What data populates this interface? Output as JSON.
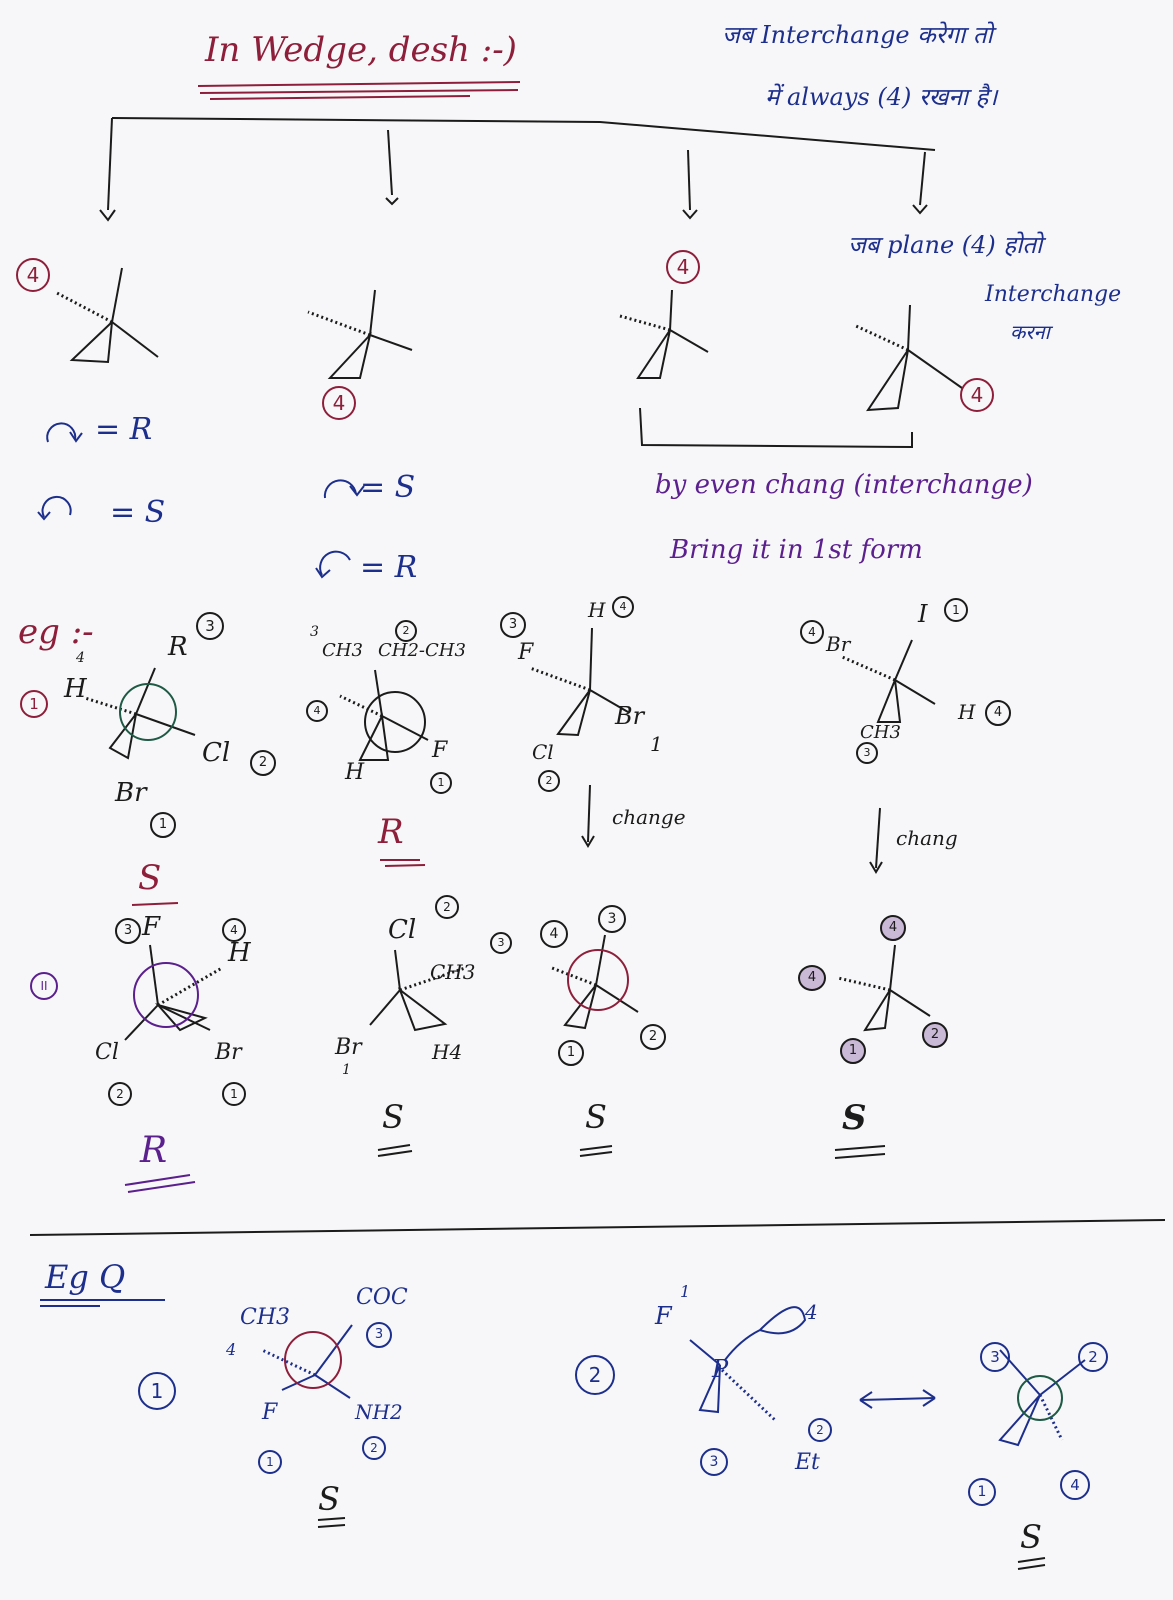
{
  "heading": {
    "title": "In Wedge, desh :-)",
    "note_line1": "जब Interchange करेगा तो",
    "note_line2": "में always (4) रखना है।"
  },
  "branches": {
    "b1": {
      "label": "4",
      "rule1": "= R",
      "rule2": "= S"
    },
    "b2": {
      "label": "4",
      "rule1": "= S",
      "rule2": "= R"
    },
    "b3": {
      "label": "4"
    },
    "b4": {
      "label": "4",
      "note1": "जब plane (4) होतो",
      "note2": "Interchange",
      "note3": "करना"
    }
  },
  "even_change": {
    "line1": "by even chang (interchange)",
    "line2": "Bring it in 1st form"
  },
  "examples": {
    "eg_label": "eg :-",
    "ex1": {
      "r": "R",
      "h": "H",
      "cl": "Cl",
      "br": "Br",
      "n_r": "3",
      "n_h": "4",
      "n_cl": "2",
      "n_br": "1",
      "row_num": "1",
      "answer": "S"
    },
    "ex2": {
      "ch3": "CH3",
      "ch2ch3": "CH2-CH3",
      "h": "H",
      "f": "F",
      "n_ch3": "3",
      "n_ch2": "2",
      "n_h": "4",
      "n_f": "1",
      "answer": "R"
    },
    "ex3": {
      "h": "H",
      "f": "F",
      "br": "Br",
      "cl": "Cl",
      "n_h": "4",
      "n_f": "3",
      "n_br": "1",
      "n_cl": "2",
      "change": "change"
    },
    "ex4": {
      "i": "I",
      "br": "Br",
      "h": "H",
      "ch3": "CH3",
      "n_i": "1",
      "n_br": "4",
      "n_h": "4",
      "n_ch3": "3",
      "change": "chang"
    }
  },
  "row2": {
    "ex5": {
      "f": "F",
      "h": "H",
      "cl": "Cl",
      "br": "Br",
      "n_f": "3",
      "n_h": "4",
      "n_cl": "2",
      "n_br": "1",
      "row_num": "II",
      "answer": "R"
    },
    "ex6": {
      "cl": "Cl",
      "ch3": "CH3",
      "br": "Br",
      "h": "H4",
      "n_cl": "2",
      "n_ch3": "3",
      "n_br": "1",
      "answer": "S"
    },
    "ex7": {
      "n_top": "4",
      "n_top2": "3",
      "n_bot": "1",
      "n_right": "2",
      "answer": "S"
    },
    "ex8": {
      "n_top": "4",
      "n_left": "4",
      "n_bot": "1",
      "n_right": "2",
      "answer": "S"
    }
  },
  "exercise": {
    "label": "Eg Q",
    "q1": {
      "num": "1",
      "ch3": "CH3",
      "cooh": "COC",
      "f": "F",
      "nh2": "NH2",
      "n_ch3": "4",
      "n_cooh": "3",
      "n_f": "1",
      "n_nh2": "2",
      "answer": "S"
    },
    "q2": {
      "num": "2",
      "f": "F",
      "p": "P",
      "et": "Et",
      "n_f": "1",
      "n_lp": "4",
      "n_et": "2",
      "n_wedge": "3",
      "r_n1": "3",
      "r_n2": "2",
      "r_n3": "1",
      "r_n4": "4",
      "answer": "S"
    }
  }
}
